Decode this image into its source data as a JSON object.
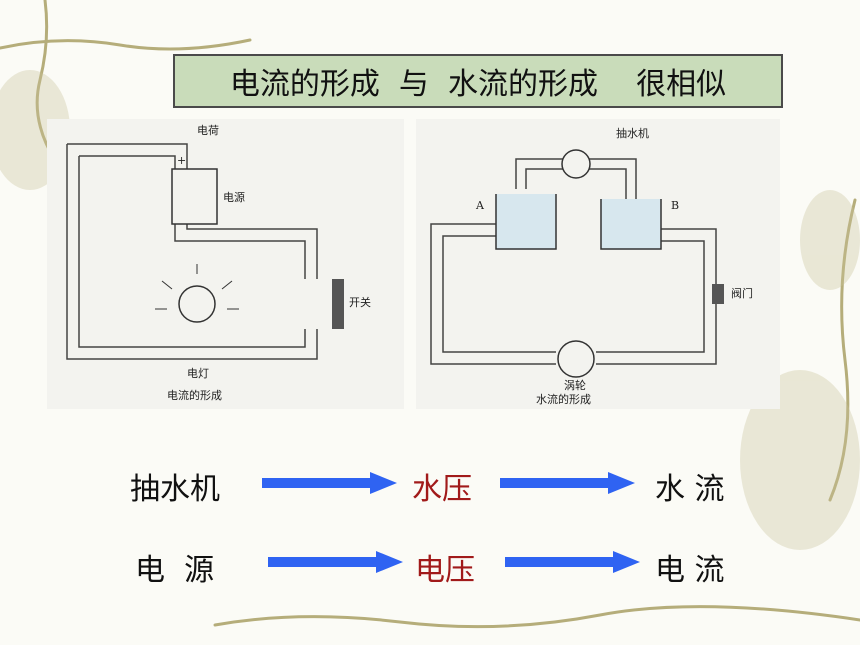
{
  "title": "电流的形成  与  水流的形成    很相似",
  "left_diagram": {
    "label_charge": "电荷",
    "label_source": "电源",
    "label_switch": "开关",
    "label_lamp": "电灯",
    "caption": "电流的形成"
  },
  "right_diagram": {
    "label_pump": "抽水机",
    "label_a": "A",
    "label_b": "B",
    "label_valve": "阀门",
    "label_turbine": "涡轮",
    "caption": "水流的形成"
  },
  "rows": [
    {
      "left": "抽水机",
      "middle": "水压",
      "right": "水 流"
    },
    {
      "left": "电  源",
      "middle": "电压",
      "right": "电 流"
    }
  ],
  "colors": {
    "arrow": "#2f63f2",
    "emphasis": "#a11a1a",
    "title_bg": "#c9dcba"
  }
}
